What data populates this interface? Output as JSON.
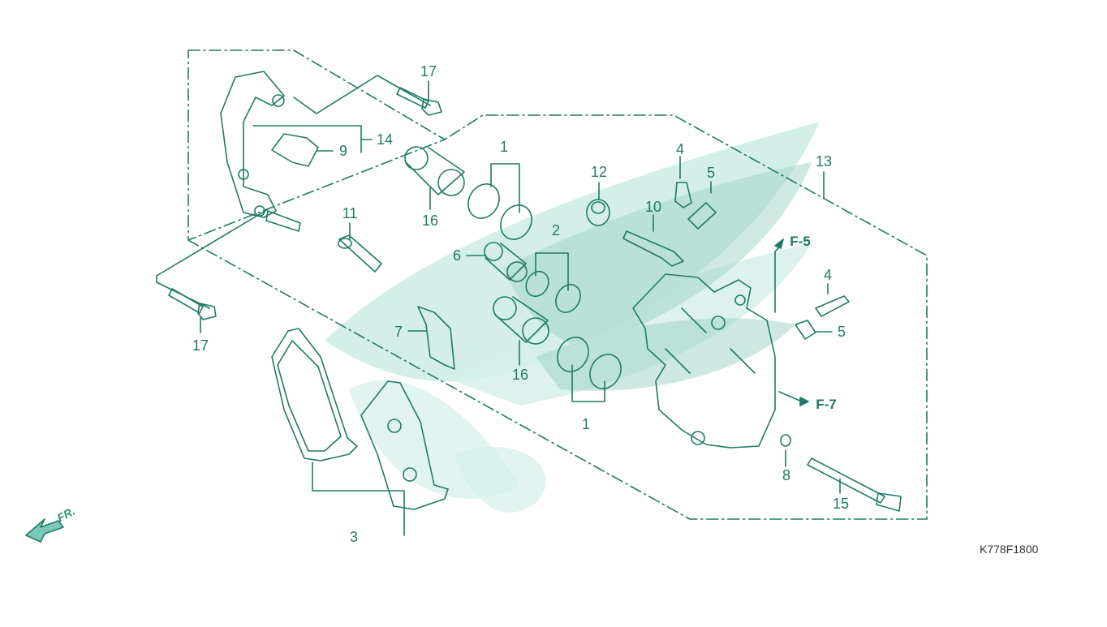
{
  "diagram": {
    "code": "K778F1800",
    "direction_label": "FR.",
    "references": {
      "f5": "F-5",
      "f7": "F-7"
    },
    "callouts": {
      "n1a": "1",
      "n1b": "1",
      "n2": "2",
      "n3": "3",
      "n4a": "4",
      "n4b": "4",
      "n5a": "5",
      "n5b": "5",
      "n6": "6",
      "n7": "7",
      "n8": "8",
      "n9": "9",
      "n10": "10",
      "n11": "11",
      "n12": "12",
      "n13": "13",
      "n14": "14",
      "n15": "15",
      "n16a": "16",
      "n16b": "16",
      "n17a": "17",
      "n17b": "17"
    },
    "colors": {
      "line": "#1f7a66",
      "watermark": "#d4efe8",
      "dots": "#9dd3c4",
      "fill": "#ffffff"
    }
  }
}
